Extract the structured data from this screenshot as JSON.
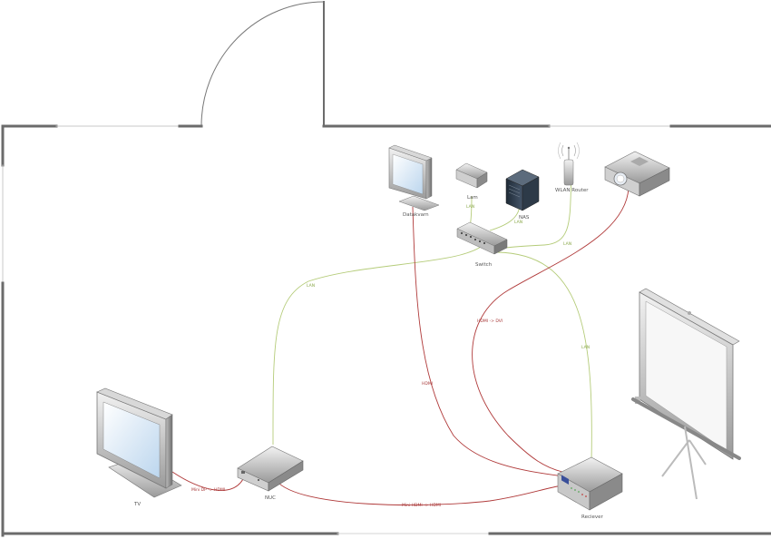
{
  "devices": {
    "tv": "TV",
    "nuc": "NUC",
    "receiver": "Reciever",
    "monitor": "Datakvarn",
    "lamp": "Lam",
    "nas": "NAS",
    "router": "WLAN Router",
    "switch": "Switch"
  },
  "cables": {
    "nuc_switch": "LAN",
    "switch_receiver": "LAN",
    "router_switch": "LAN",
    "nas_switch": "LAN",
    "lamp_switch": "LAN",
    "monitor_receiver": "HDMI",
    "projector_receiver": "HDMI -> DVI",
    "nuc_tv": "Mini DP -> HDMI",
    "nuc_receiver": "Mini HDMI -> HDMI"
  },
  "colors": {
    "lan": "#b5cc7a",
    "hdmi": "#b03a3a",
    "wall": "#6b6b6b"
  }
}
